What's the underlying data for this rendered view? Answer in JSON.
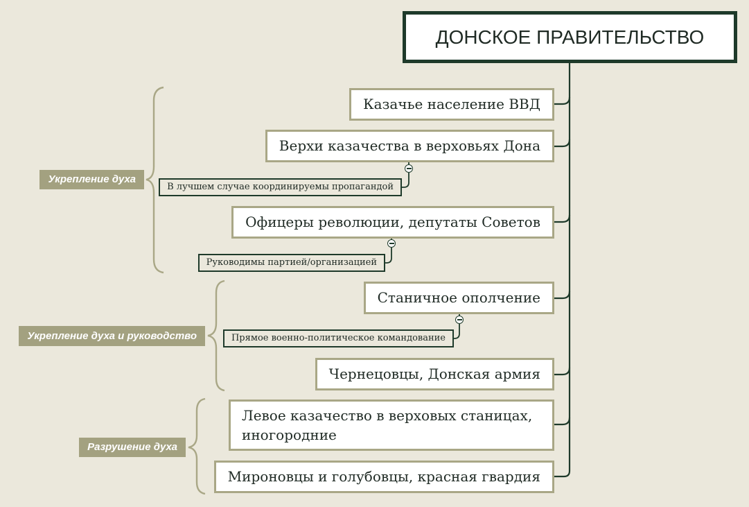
{
  "root": {
    "title": "ДОНСКОЕ ПРАВИТЕЛЬСТВО"
  },
  "groups": [
    {
      "label": "Укрепление духа",
      "topics": [
        {
          "label": "Казачье население ВВД"
        },
        {
          "label": "Верхи казачества в верховьях Дона",
          "note": "В лучшем случае координируемы пропагандой"
        },
        {
          "label": "Офицеры революции, депутаты Советов",
          "note": "Руководимы партией/организацией"
        }
      ]
    },
    {
      "label": "Укрепление духа и руководство",
      "topics": [
        {
          "label": "Станичное ополчение",
          "note": "Прямое военно-политическое командование"
        },
        {
          "label": "Чернецовцы, Донская армия"
        }
      ]
    },
    {
      "label": "Разрушение духа",
      "topics": [
        {
          "label": "Левое казачество в верховых станицах, иногородние"
        },
        {
          "label": "Мироновцы и голубовцы, красная гвардия"
        }
      ]
    }
  ],
  "colors": {
    "background": "#EBE8DC",
    "accent_dark": "#1E3A2A",
    "accent_olive": "#A9A786",
    "label_fill": "#A3A180",
    "text": "#1F2A24"
  },
  "icons": {
    "collapse_toggle": "minus-circle-icon"
  }
}
